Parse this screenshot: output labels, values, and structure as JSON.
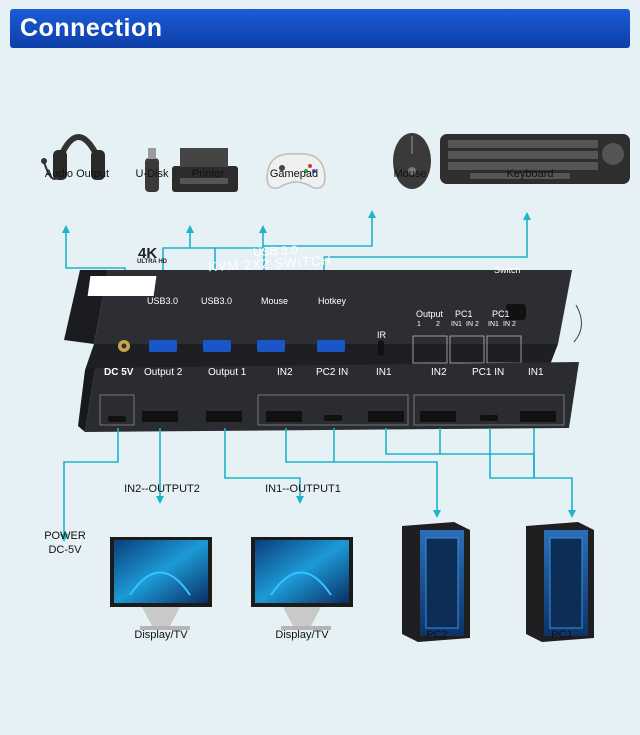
{
  "header": {
    "title": "Connection"
  },
  "devices": {
    "audio": "Audio Output",
    "udisk": "U-Disk",
    "printer": "Printer",
    "gamepad": "Gamepad",
    "mouse": "Mouse",
    "keyboard": "Keyboard"
  },
  "switch_top": {
    "badge_main": "4K",
    "badge_sub": "ULTRA HD",
    "title_line1": "USB 3.0",
    "title_line2": "KVM 2X2 SWITCH",
    "switch_button": "Switch",
    "port_usb1": "USB3.0",
    "port_usb2": "USB3.0",
    "port_mouse": "Mouse",
    "port_hotkey": "Hotkey",
    "port_ir": "IR",
    "box_output": "Output",
    "box_output_1": "1",
    "box_output_2": "2",
    "box_pc1a": "PC1",
    "box_pc1a_in1": "IN1",
    "box_pc1a_in2": "IN 2",
    "box_pc1b": "PC1",
    "box_pc1b_in1": "IN1",
    "box_pc1b_in2": "IN 2"
  },
  "switch_rear": {
    "dc5v": "DC 5V",
    "output2": "Output 2",
    "output1": "Output 1",
    "in2_a": "IN2",
    "pc2in": "PC2 IN",
    "in1_a": "IN1",
    "in2_b": "IN2",
    "pc1in": "PC1 IN",
    "in1_b": "IN1"
  },
  "outputs": {
    "power_line1": "POWER",
    "power_line2": "DC-5V",
    "route2": "IN2--OUTPUT2",
    "route1": "IN1--OUTPUT1",
    "display1": "Display/TV",
    "display2": "Display/TV",
    "pc2": "PC2",
    "pc1": "PC1"
  },
  "colors": {
    "header": "#1150c8",
    "line": "#1fb3c8",
    "device": "#232427",
    "background": "#e6f1f5"
  }
}
